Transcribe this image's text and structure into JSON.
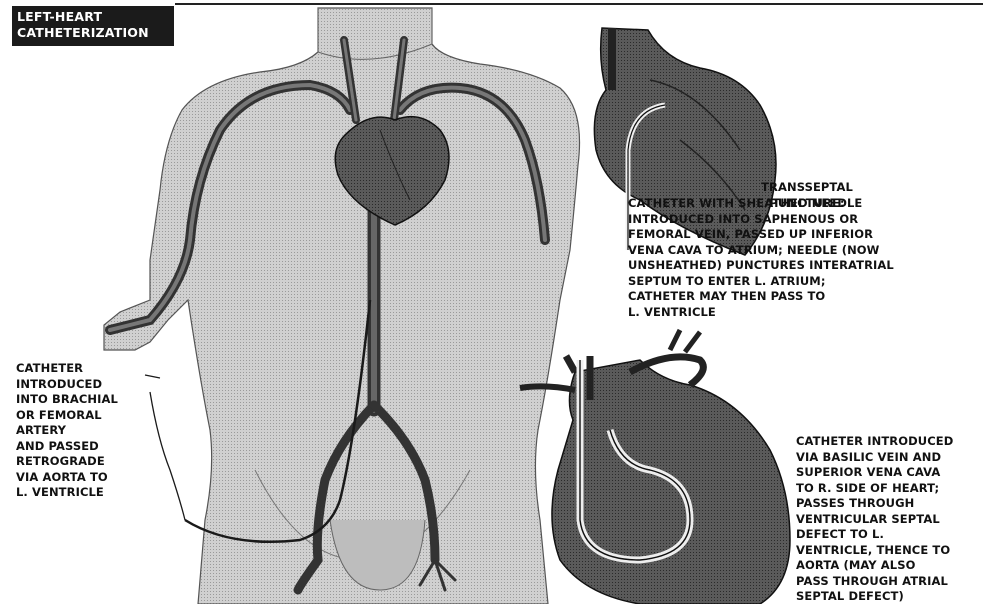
{
  "title": {
    "lines": [
      "LEFT-HEART",
      "CATHETERIZATION"
    ]
  },
  "captions": {
    "retrograde": {
      "lines": [
        "CATHETER",
        "INTRODUCED",
        "INTO BRACHIAL",
        "OR FEMORAL",
        "ARTERY",
        "AND PASSED",
        "RETROGRADE",
        "VIA AORTA TO",
        "L. VENTRICLE"
      ]
    },
    "transseptal": {
      "heading": [
        "TRANSSEPTAL",
        "PUNCTURE:"
      ],
      "lines": [
        "CATHETER WITH SHEATHED NEEDLE",
        "INTRODUCED INTO SAPHENOUS OR",
        "FEMORAL VEIN, PASSED UP INFERIOR",
        "VENA CAVA TO ATRIUM; NEEDLE (NOW",
        "UNSHEATHED) PUNCTURES INTERATRIAL",
        "SEPTUM TO ENTER L. ATRIUM;",
        "CATHETER MAY THEN PASS TO",
        "L. VENTRICLE"
      ]
    },
    "venous": {
      "lines": [
        "CATHETER INTRODUCED",
        "VIA BASILIC VEIN AND",
        "SUPERIOR VENA CAVA",
        "TO R. SIDE OF HEART;",
        "PASSES THROUGH",
        "VENTRICULAR SEPTAL",
        "DEFECT TO L.",
        "VENTRICLE, THENCE TO",
        "AORTA (MAY ALSO",
        "PASS THROUGH ATRIAL",
        "SEPTAL DEFECT)"
      ]
    }
  },
  "colors": {
    "ink": "#111111",
    "body_fill": "#c9c9c9",
    "vessel_fill": "#4a4a4a",
    "heart_fill": "#555555",
    "catheter": "#1a1a1a"
  }
}
